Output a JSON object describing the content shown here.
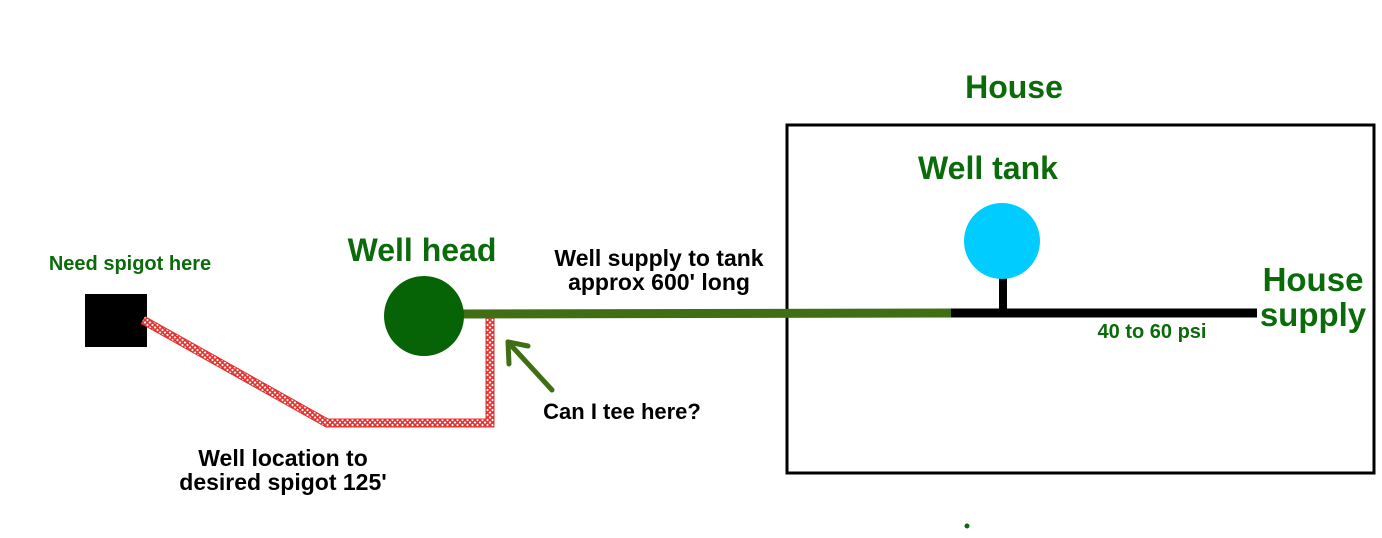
{
  "colors": {
    "text_green": "#0b6b0b",
    "text_black": "#000000",
    "well_head": "#066306",
    "supply_pipe": "#3f6e14",
    "house_pipe": "#000000",
    "tank": "#00ccff",
    "spigot_line": "#e0322f",
    "spigot_box": "#000000"
  },
  "labels": {
    "house": "House",
    "well_tank": "Well tank",
    "house_supply_line1": "House",
    "house_supply_line2": "supply",
    "pressure": "40 to 60 psi",
    "well_head": "Well head",
    "supply_line1": "Well supply to tank",
    "supply_line2": "approx 600'  long",
    "tee_question": "Can I tee here?",
    "need_spigot": "Need spigot here",
    "distance_line1": "Well location to",
    "distance_line2": "desired spigot 125'"
  }
}
